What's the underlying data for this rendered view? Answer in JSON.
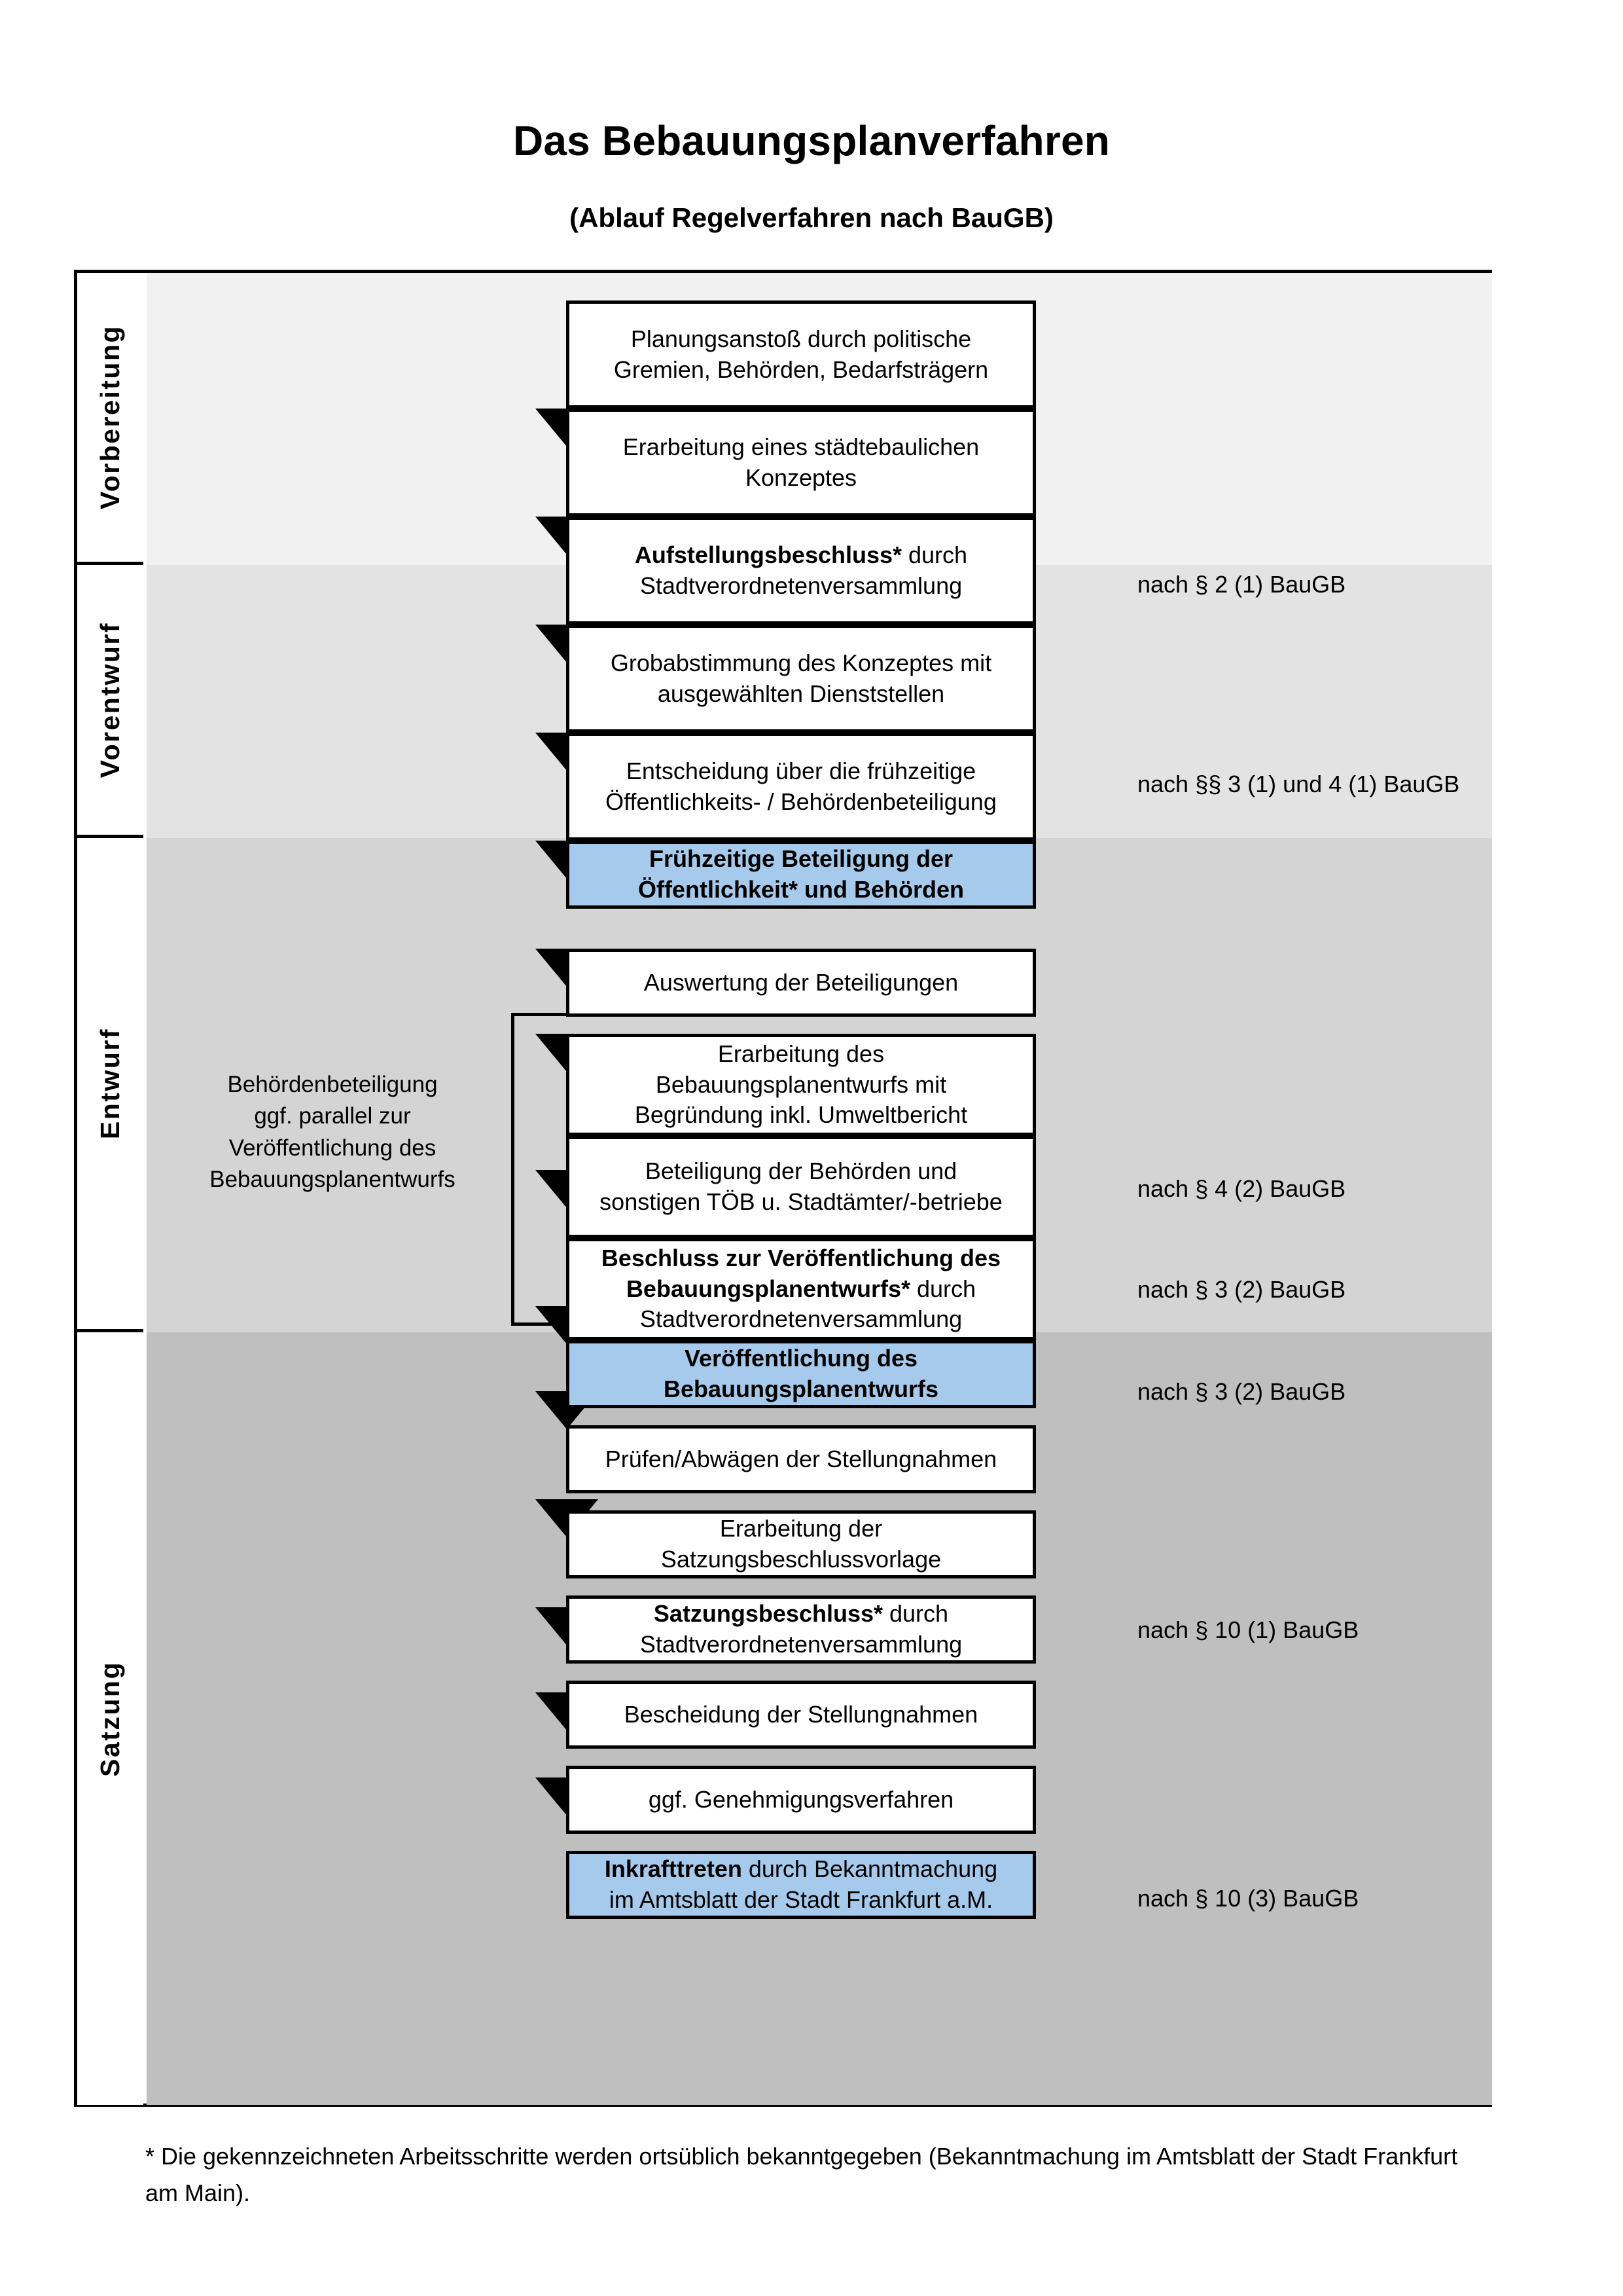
{
  "title": "Das Bebauungsplanverfahren",
  "subtitle": "(Ablauf Regelverfahren nach BauGB)",
  "colors": {
    "highlight_blue": "#a6caec",
    "band_vorbereitung": "#f1f1f1",
    "band_vorentwurf": "#e3e3e3",
    "band_entwurf": "#d4d4d4",
    "band_satzung": "#bfbfbf",
    "line_black": "#000000"
  },
  "phases": [
    {
      "label": "Vorbereitung"
    },
    {
      "label": "Vorentwurf"
    },
    {
      "label": "Entwurf"
    },
    {
      "label": "Satzung"
    }
  ],
  "steps": [
    {
      "id": "planungsanstoss",
      "lines": [
        "Planungsanstoß durch politische",
        "Gremien, Behörden, Bedarfsträgern"
      ],
      "bold": "",
      "highlight": false
    },
    {
      "id": "konzept",
      "lines": [
        "Erarbeitung eines städtebaulichen",
        "Konzeptes"
      ],
      "bold": "",
      "highlight": false
    },
    {
      "id": "aufstellungsbeschluss",
      "lines": [
        "Aufstellungsbeschluss* durch",
        "Stadtverordnetenversammlung"
      ],
      "bold": "Aufstellungsbeschluss*",
      "highlight": false
    },
    {
      "id": "grobabstimmung",
      "lines": [
        "Grobabstimmung des Konzeptes mit",
        "ausgewählten Dienststellen"
      ],
      "bold": "",
      "highlight": false
    },
    {
      "id": "entscheidung-fruehzeitig",
      "lines": [
        "Entscheidung über die frühzeitige",
        "Öffentlichkeits- / Behördenbeteiligung"
      ],
      "bold": "",
      "highlight": false
    },
    {
      "id": "fruehzeitige-beteiligung",
      "lines": [
        "Frühzeitige Beteiligung der",
        "Öffentlichkeit* und Behörden"
      ],
      "bold": "ALL",
      "highlight": true
    },
    {
      "id": "auswertung",
      "lines": [
        "Auswertung der Beteiligungen"
      ],
      "bold": "",
      "highlight": false
    },
    {
      "id": "erarbeitung-entwurf",
      "lines": [
        "Erarbeitung des",
        "Bebauungsplanentwurfs mit",
        "Begründung inkl. Umweltbericht"
      ],
      "bold": "",
      "highlight": false
    },
    {
      "id": "beteiligung-behoerden",
      "lines": [
        "Beteiligung der Behörden und",
        "sonstigen TÖB u. Stadtämter/-betriebe"
      ],
      "bold": "",
      "highlight": false
    },
    {
      "id": "beschluss-veroeffentlichung",
      "lines": [
        "Beschluss zur Veröffentlichung des",
        "Bebauungsplanentwurfs* durch",
        "Stadtverordnetenversammlung"
      ],
      "bold": "Beschluss zur Veröffentlichung des Bebauungsplanentwurfs*",
      "highlight": false
    },
    {
      "id": "veroeffentlichung",
      "lines": [
        "Veröffentlichung des",
        "Bebauungsplanentwurfs"
      ],
      "bold": "ALL",
      "highlight": true
    },
    {
      "id": "pruefen-abwaegen",
      "lines": [
        "Prüfen/Abwägen der Stellungnahmen"
      ],
      "bold": "",
      "highlight": false
    },
    {
      "id": "satzungsbeschlussvorlage",
      "lines": [
        "Erarbeitung der",
        "Satzungsbeschlussvorlage"
      ],
      "bold": "",
      "highlight": false
    },
    {
      "id": "satzungsbeschluss",
      "lines": [
        "Satzungsbeschluss* durch",
        "Stadtverordnetenversammlung"
      ],
      "bold": "Satzungsbeschluss*",
      "highlight": false
    },
    {
      "id": "bescheidung",
      "lines": [
        "Bescheidung der Stellungnahmen"
      ],
      "bold": "",
      "highlight": false
    },
    {
      "id": "genehmigungsverfahren",
      "lines": [
        "ggf. Genehmigungsverfahren"
      ],
      "bold": "",
      "highlight": false
    },
    {
      "id": "inkrafttreten",
      "lines": [
        "Inkrafttreten durch Bekanntmachung",
        "im Amtsblatt der Stadt Frankfurt a.M."
      ],
      "bold": "Inkrafttreten",
      "highlight": true
    }
  ],
  "side_note": {
    "lines": [
      "Behördenbeteiligung",
      "ggf. parallel zur",
      "Veröffentlichung des",
      "Bebauungsplanentwurfs"
    ]
  },
  "legal_refs": [
    {
      "id": "ref-par2-1",
      "text": "nach § 2 (1) BauGB"
    },
    {
      "id": "ref-par3-1-4-1",
      "text": "nach §§ 3 (1) und 4 (1) BauGB"
    },
    {
      "id": "ref-par4-2",
      "text": "nach § 4 (2) BauGB"
    },
    {
      "id": "ref-par3-2-a",
      "text": "nach § 3 (2) BauGB"
    },
    {
      "id": "ref-par3-2-b",
      "text": "nach § 3 (2) BauGB"
    },
    {
      "id": "ref-par10-1",
      "text": "nach § 10 (1) BauGB"
    },
    {
      "id": "ref-par10-3",
      "text": "nach § 10 (3) BauGB"
    }
  ],
  "footnote": "* Die gekennzeichneten Arbeitsschritte werden ortsüblich bekanntgegeben (Bekanntmachung im Amtsblatt  der Stadt Frankfurt am Main)."
}
